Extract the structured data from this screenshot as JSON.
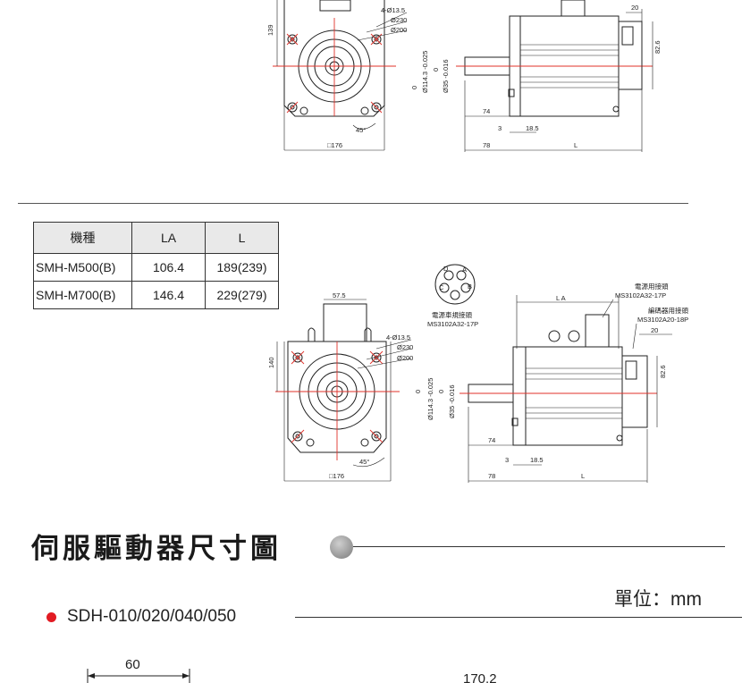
{
  "top_drawing": {
    "dims": {
      "height_139": "139",
      "holes": "4-Ø13.5",
      "d230": "Ø230",
      "d200": "Ø200",
      "angle": "45°",
      "square": "□176",
      "pilot": "Ø114.3 -0.025",
      "pilot_zero": "0",
      "shaft": "Ø35 -0.016",
      "shaft_zero": "0",
      "len74": "74",
      "len3": "3",
      "len18_5": "18.5",
      "len78": "78",
      "lenL": "L",
      "w20": "20",
      "h82_6": "82.6"
    }
  },
  "spec_table": {
    "headers": [
      "機種",
      "LA",
      "L"
    ],
    "rows": [
      [
        "SMH-M500(B)",
        "106.4",
        "189(239)"
      ],
      [
        "SMH-M700(B)",
        "146.4",
        "229(279)"
      ]
    ]
  },
  "connector": {
    "pins": [
      "D",
      "A",
      "C",
      "B"
    ],
    "caption1": "電源車規接頭",
    "caption2": "MS3102A32-17P"
  },
  "bottom_drawing": {
    "dims": {
      "w57_5": "57.5",
      "height_140": "140",
      "holes": "4-Ø13.5",
      "d230": "Ø230",
      "d200": "Ø200",
      "angle": "45°",
      "square": "□176",
      "pilot": "Ø114.3 -0.025",
      "pilot_zero": "0",
      "shaft": "Ø35 -0.016",
      "shaft_zero": "0",
      "la": "L A",
      "power_label": "電源用接頭",
      "power_model": "MS3102A32-17P",
      "encoder_label": "編碼器用接頭",
      "encoder_model": "MS3102A20-18P",
      "w20": "20",
      "h82_6": "82.6",
      "len74": "74",
      "len3": "3",
      "len18_5": "18.5",
      "len78": "78",
      "lenL": "L"
    }
  },
  "section": {
    "title": "伺服驅動器尺寸圖",
    "unit": "單位：mm",
    "model": "SDH-010/020/040/050",
    "dim_60": "60",
    "dim_170_2": "170.2"
  }
}
